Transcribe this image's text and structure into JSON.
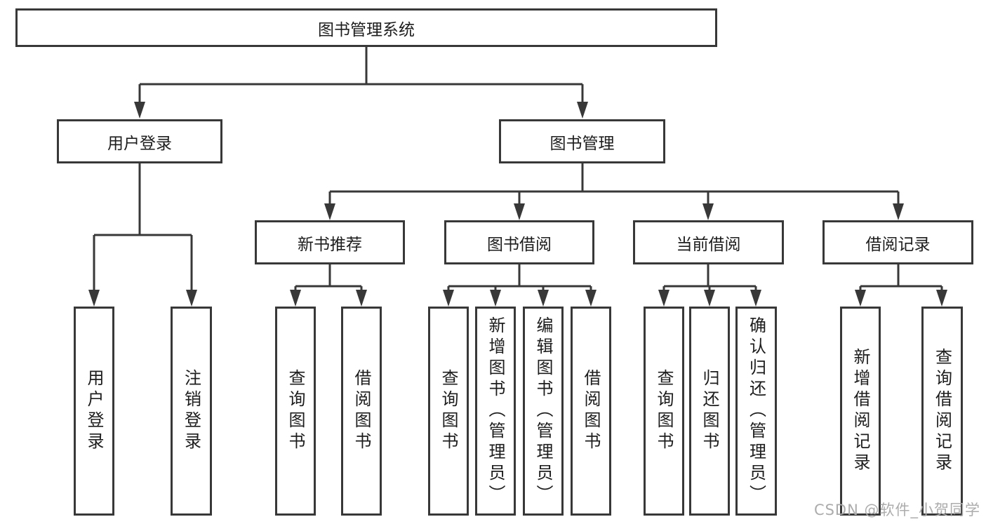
{
  "diagram": {
    "root": {
      "label": "图书管理系统"
    },
    "level2": [
      {
        "id": "user-login",
        "label": "用户登录"
      },
      {
        "id": "book-management",
        "label": "图书管理"
      }
    ],
    "level3": [
      {
        "id": "new-book-recommendation",
        "parent": "图书管理",
        "label": "新书推荐"
      },
      {
        "id": "book-borrowing",
        "parent": "图书管理",
        "label": "图书借阅"
      },
      {
        "id": "current-borrowing",
        "parent": "图书管理",
        "label": "当前借阅"
      },
      {
        "id": "borrowing-records",
        "parent": "图书管理",
        "label": "借阅记录"
      }
    ],
    "leaves": [
      {
        "parent": "用户登录",
        "label": "用户登录"
      },
      {
        "parent": "用户登录",
        "label": "注销登录"
      },
      {
        "parent": "新书推荐",
        "label": "查询图书"
      },
      {
        "parent": "新书推荐",
        "label": "借阅图书"
      },
      {
        "parent": "图书借阅",
        "label": "查询图书"
      },
      {
        "parent": "图书借阅",
        "label": "新增图书（管理员）"
      },
      {
        "parent": "图书借阅",
        "label": "编辑图书（管理员）"
      },
      {
        "parent": "图书借阅",
        "label": "借阅图书"
      },
      {
        "parent": "当前借阅",
        "label": "查询图书"
      },
      {
        "parent": "当前借阅",
        "label": "归还图书"
      },
      {
        "parent": "当前借阅",
        "label": "确认归还（管理员）"
      },
      {
        "parent": "借阅记录",
        "label": "新增借阅记录"
      },
      {
        "parent": "借阅记录",
        "label": "查询借阅记录"
      }
    ],
    "colors": {
      "line": "#383838",
      "border": "#383838",
      "text": "#1d1d1d",
      "background": "#ffffff",
      "watermark": "#acacac"
    }
  },
  "watermark": {
    "text": "CSDN @软件_小贺同学"
  }
}
